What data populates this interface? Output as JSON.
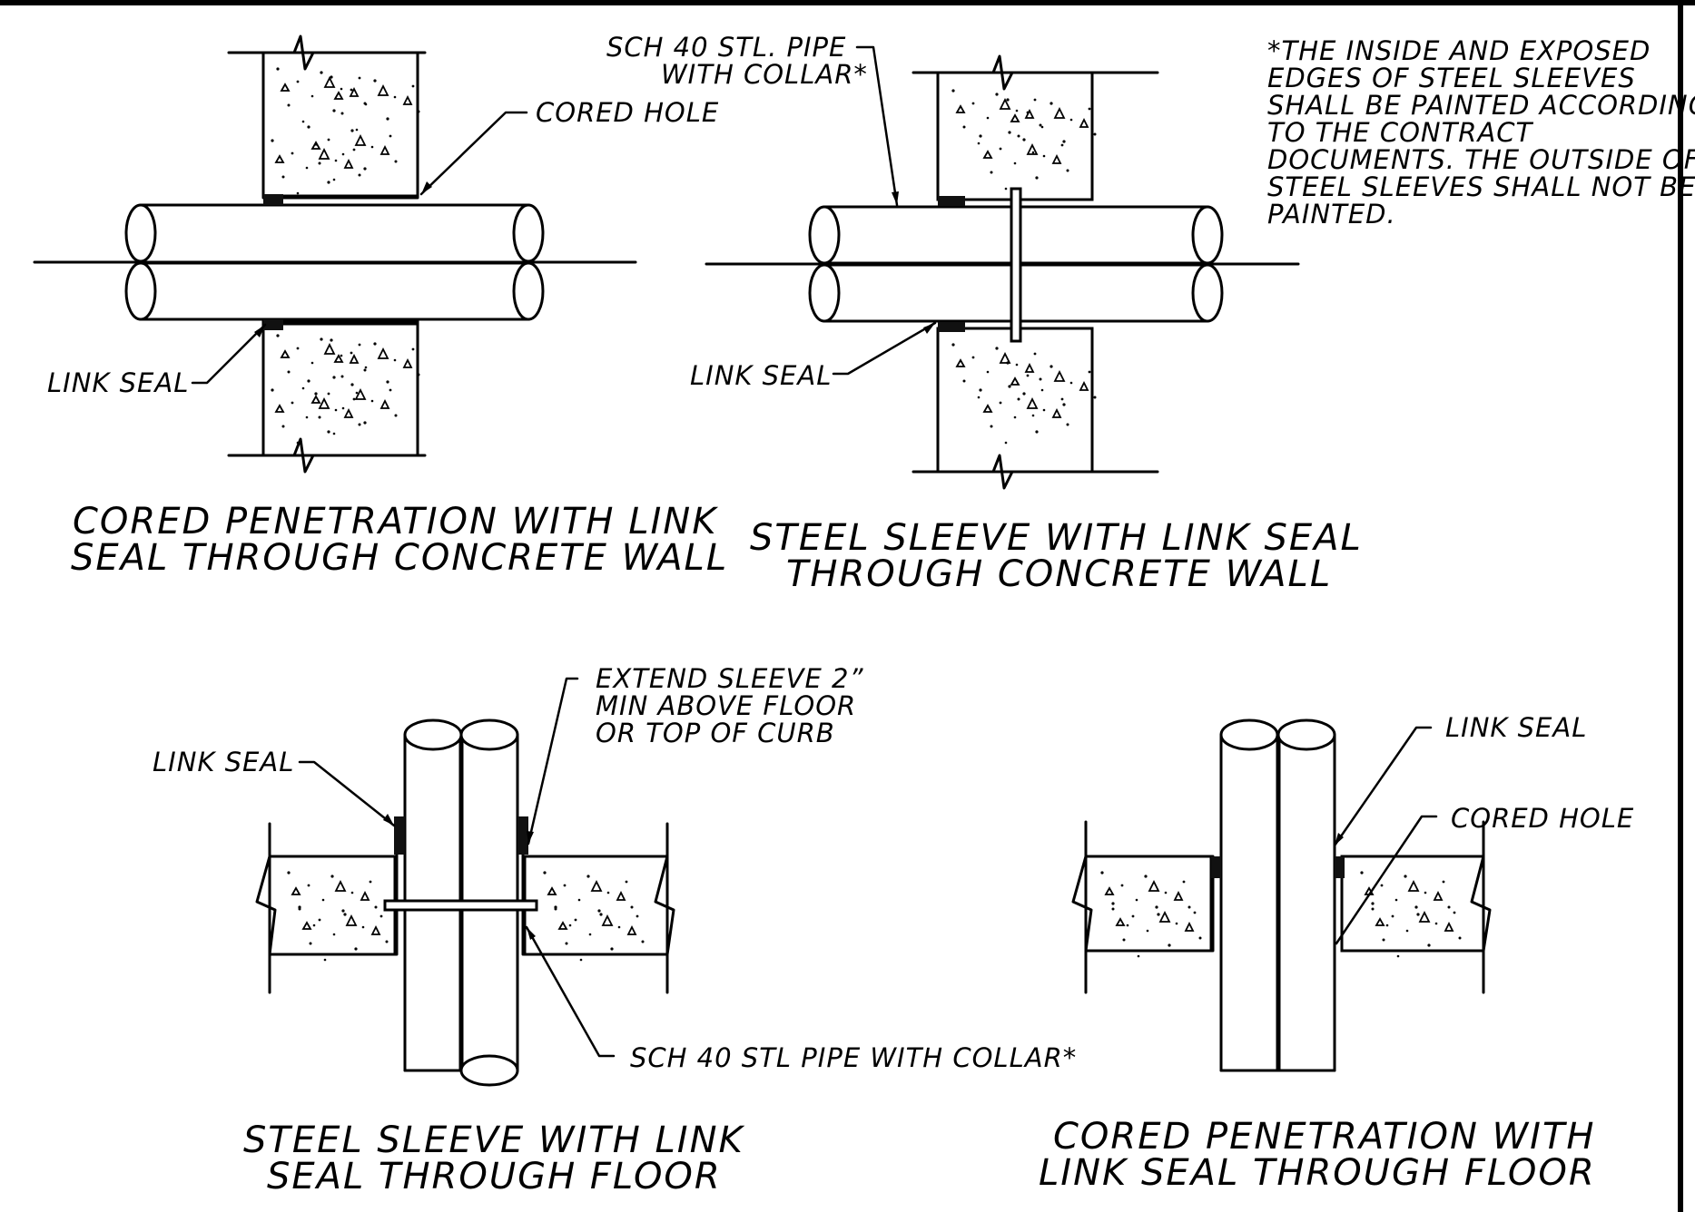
{
  "colors": {
    "ink": "#000000",
    "paper": "#ffffff",
    "seal": "#111111"
  },
  "note": {
    "lines": [
      "*THE INSIDE AND EXPOSED",
      "EDGES OF STEEL SLEEVES",
      "SHALL BE PAINTED ACCORDING",
      "TO THE CONTRACT",
      "DOCUMENTS. THE OUTSIDE OF",
      "STEEL SLEEVES SHALL NOT BE",
      "PAINTED."
    ]
  },
  "details": [
    {
      "id": "cored-wall",
      "title_lines": [
        "CORED PENETRATION WITH LINK",
        "SEAL THROUGH CONCRETE WALL"
      ],
      "labels": {
        "cored_hole": "CORED HOLE",
        "link_seal": "LINK SEAL"
      }
    },
    {
      "id": "sleeve-wall",
      "title_lines": [
        "STEEL SLEEVE WITH LINK SEAL",
        "THROUGH CONCRETE WALL"
      ],
      "labels": {
        "pipe_line1": "SCH 40 STL. PIPE",
        "pipe_line2": "WITH COLLAR*",
        "link_seal": "LINK SEAL"
      }
    },
    {
      "id": "sleeve-floor",
      "title_lines": [
        "STEEL SLEEVE WITH LINK",
        "SEAL THROUGH FLOOR"
      ],
      "labels": {
        "extend_line1": "EXTEND SLEEVE 2”",
        "extend_line2": "MIN ABOVE FLOOR",
        "extend_line3": "OR TOP OF CURB",
        "link_seal": "LINK SEAL",
        "pipe": "SCH 40 STL PIPE WITH COLLAR*"
      }
    },
    {
      "id": "cored-floor",
      "title_lines": [
        "CORED PENETRATION WITH",
        "LINK SEAL THROUGH FLOOR"
      ],
      "labels": {
        "link_seal": "LINK SEAL",
        "cored_hole": "CORED HOLE"
      }
    }
  ]
}
